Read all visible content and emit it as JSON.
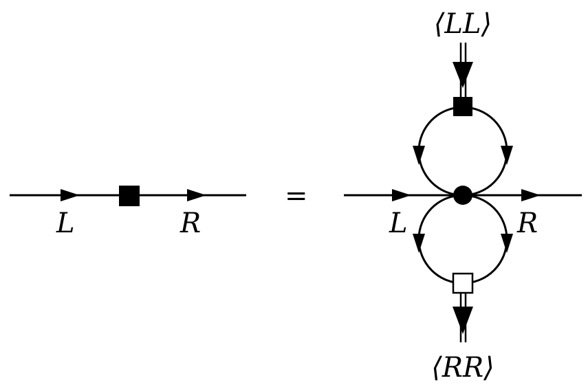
{
  "equation": {
    "lhs": {
      "label_left": "L",
      "label_right": "R"
    },
    "equals": "=",
    "rhs": {
      "label_left": "L",
      "label_right": "R",
      "label_top": "⟨LL⟩",
      "label_bottom": "⟨RR⟩"
    }
  },
  "colors": {
    "stroke": "#000000",
    "filled_vertex": "#000000",
    "open_vertex": "#ffffff"
  }
}
